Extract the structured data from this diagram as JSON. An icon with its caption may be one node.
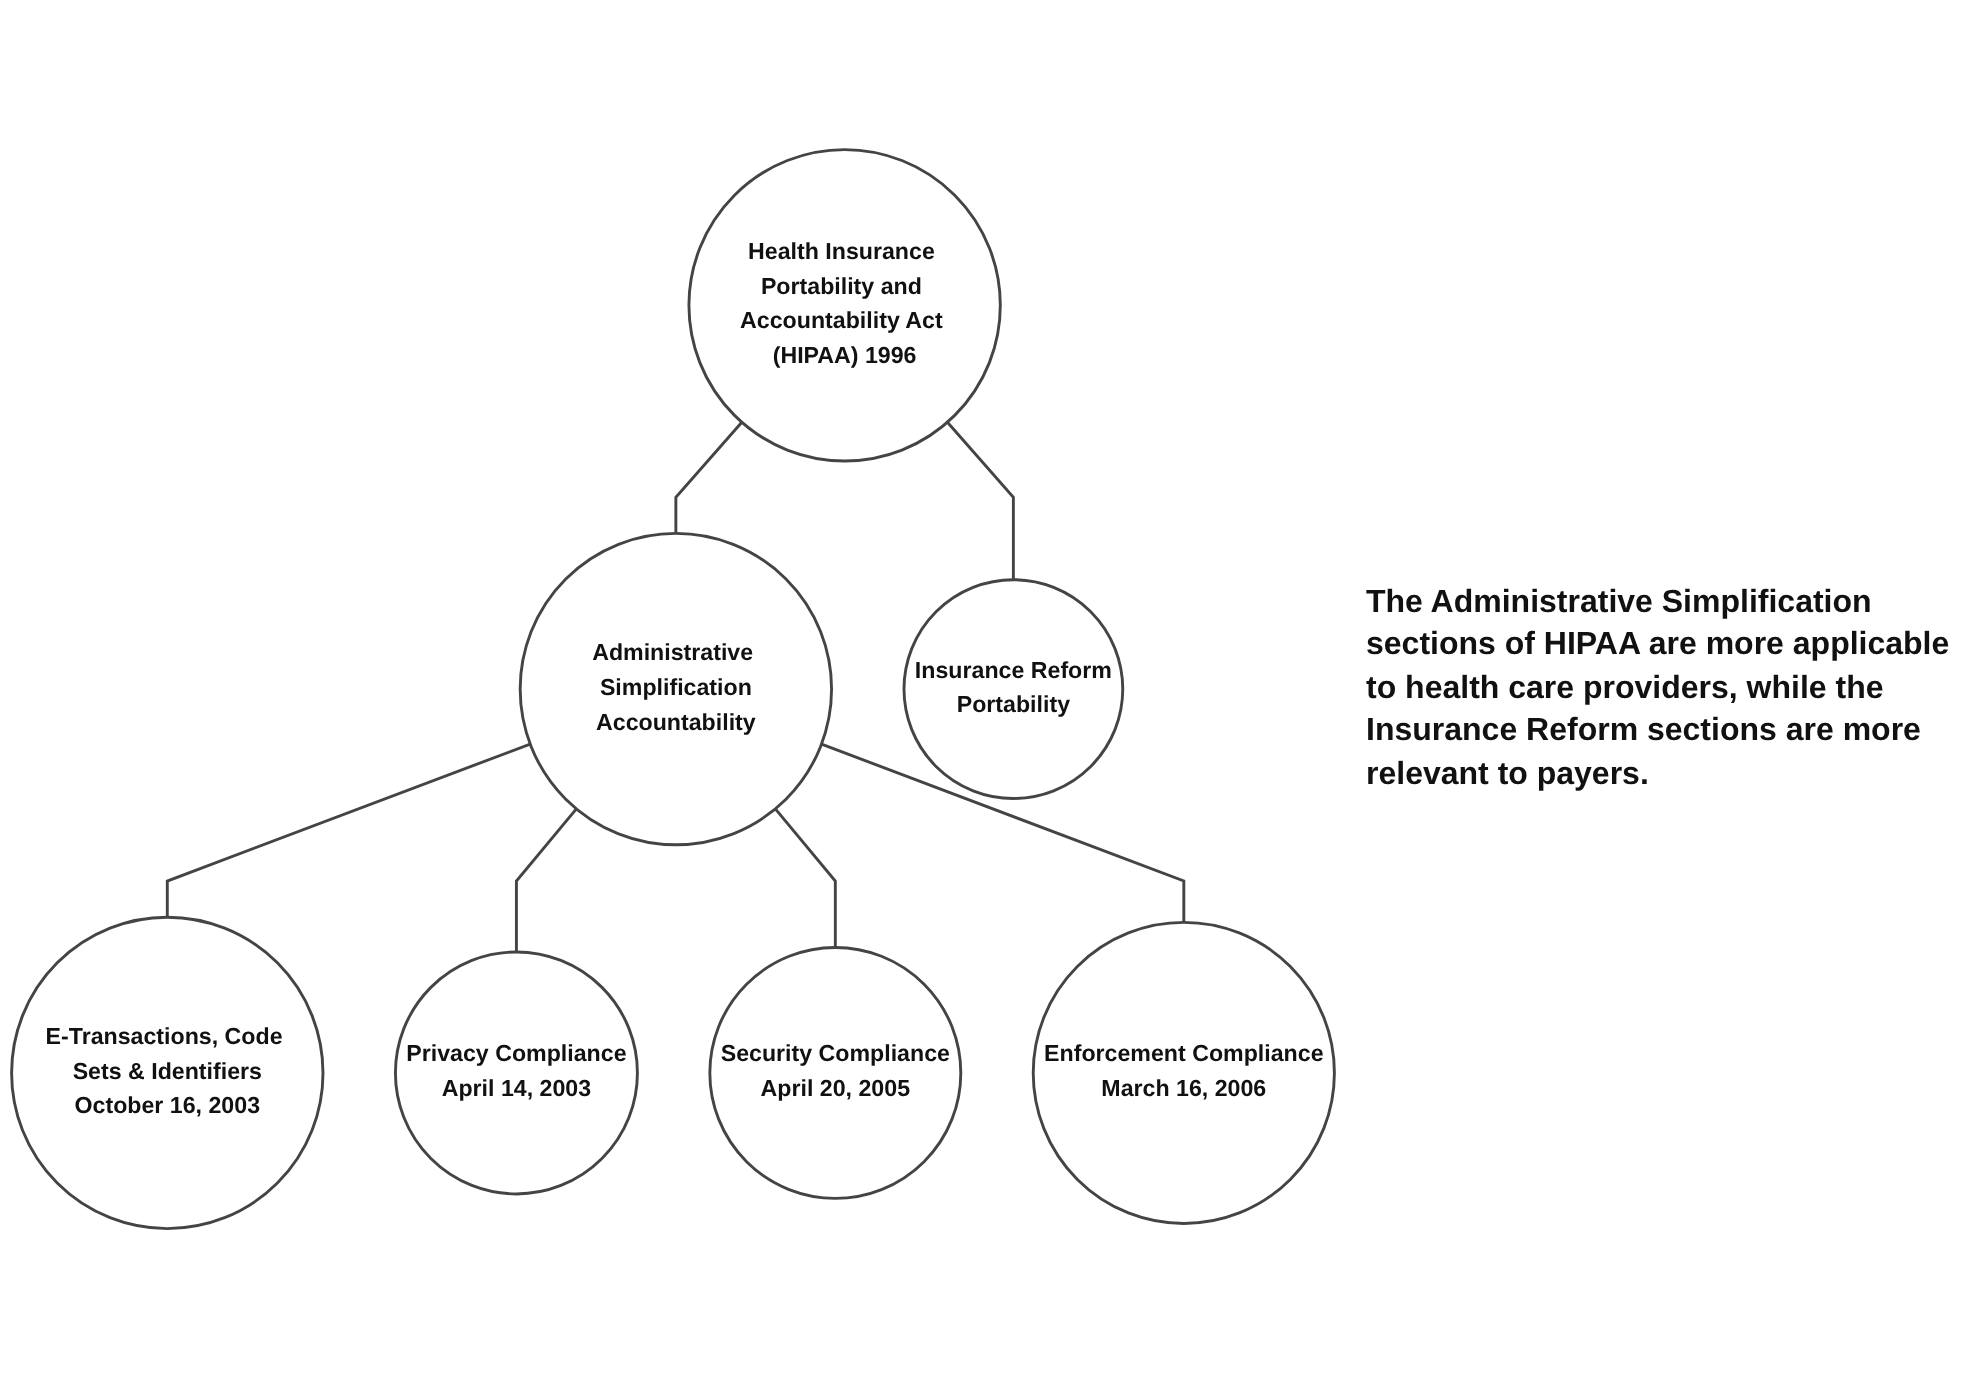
{
  "diagram": {
    "nodes": [
      {
        "text": [
          "Health Insurance Portability and Accountability Act (HIPAA) 1996"
        ]
      },
      {
        "text": [
          "Administrative Simplification",
          "Accountability"
        ]
      },
      {
        "text": [
          "Insurance Reform",
          "Portability"
        ]
      },
      {
        "text": [
          "E-Transactions, Code Sets & Identifiers",
          "October 16, 2003"
        ]
      },
      {
        "text": [
          "Privacy Compliance",
          "April 14, 2003"
        ]
      },
      {
        "text": [
          "Security Compliance",
          "April 20, 2005"
        ]
      },
      {
        "text": [
          "Enforcement Compliance",
          "March 16, 2006"
        ]
      }
    ],
    "edges": [
      {
        "from": 0,
        "to": 1,
        "arrow": "none"
      },
      {
        "from": 0,
        "to": 2,
        "arrow": "none"
      },
      {
        "from": 1,
        "to": 3,
        "arrow": "none"
      },
      {
        "from": 1,
        "to": 4,
        "arrow": "none"
      },
      {
        "from": 1,
        "to": 5,
        "arrow": "none"
      },
      {
        "from": 1,
        "to": 6,
        "arrow": "none"
      }
    ],
    "labels": [
      "The Administrative Simplification sections of HIPAA are more applicable to health care providers, while the Insurance Reform sections are more relevant to payers."
    ]
  }
}
